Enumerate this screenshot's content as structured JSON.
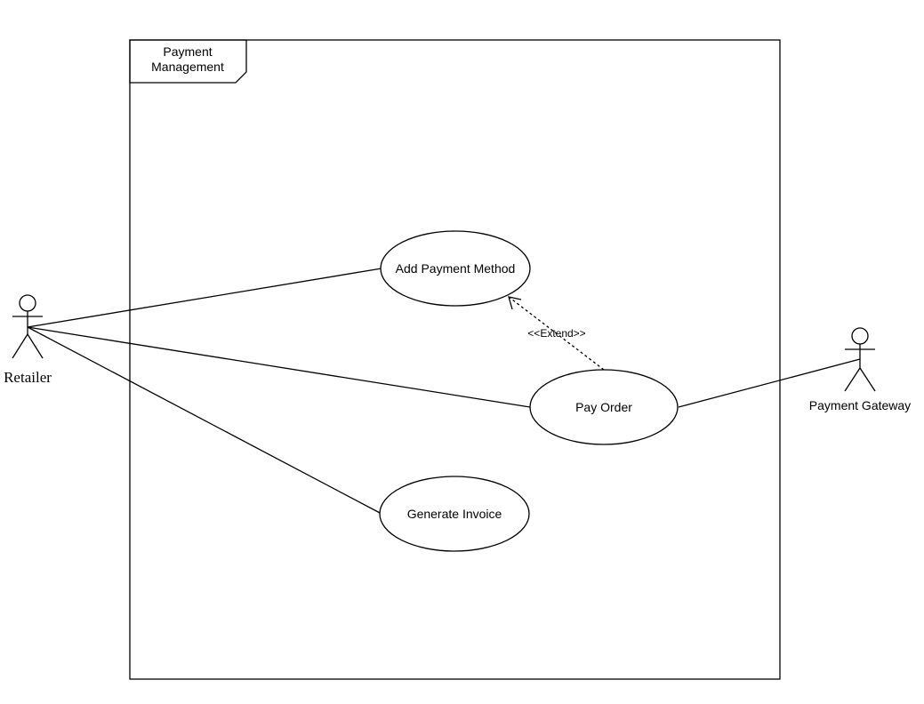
{
  "system": {
    "title_line1": "Payment",
    "title_line2": "Management"
  },
  "actors": {
    "retailer": {
      "label": "Retailer"
    },
    "gateway": {
      "label": "Payment Gateway"
    }
  },
  "use_cases": {
    "add_payment": {
      "label": "Add Payment Method"
    },
    "pay_order": {
      "label": "Pay Order"
    },
    "generate_invoice": {
      "label": "Generate Invoice"
    }
  },
  "relations": {
    "extend": {
      "label": "<<Extend>>"
    }
  }
}
